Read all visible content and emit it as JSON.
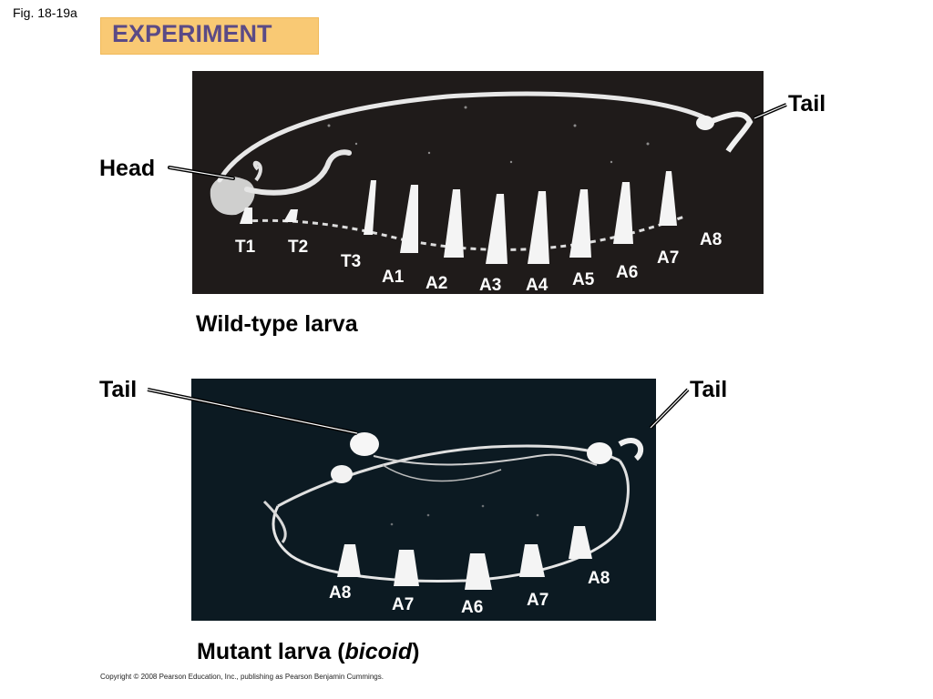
{
  "figure_label": "Fig. 18-19a",
  "banner": {
    "text": "EXPERIMENT"
  },
  "wild_type": {
    "caption": "Wild-type larva",
    "callouts": {
      "head": "Head",
      "tail": "Tail"
    },
    "segments": [
      "T1",
      "T2",
      "T3",
      "A1",
      "A2",
      "A3",
      "A4",
      "A5",
      "A6",
      "A7",
      "A8"
    ]
  },
  "mutant": {
    "caption_prefix": "Mutant larva (",
    "caption_gene": "bicoid",
    "caption_suffix": ")",
    "callouts": {
      "tail_left": "Tail",
      "tail_right": "Tail"
    },
    "segments": [
      "A8",
      "A7",
      "A6",
      "A7",
      "A8"
    ]
  },
  "copyright": "Copyright © 2008 Pearson Education, Inc., publishing as Pearson Benjamin Cummings.",
  "colors": {
    "banner": "#f9c974",
    "banner_text": "#5b4a86",
    "photo_bg_top": "#1f1b1a",
    "photo_bg_bottom": "#0c1a22"
  }
}
